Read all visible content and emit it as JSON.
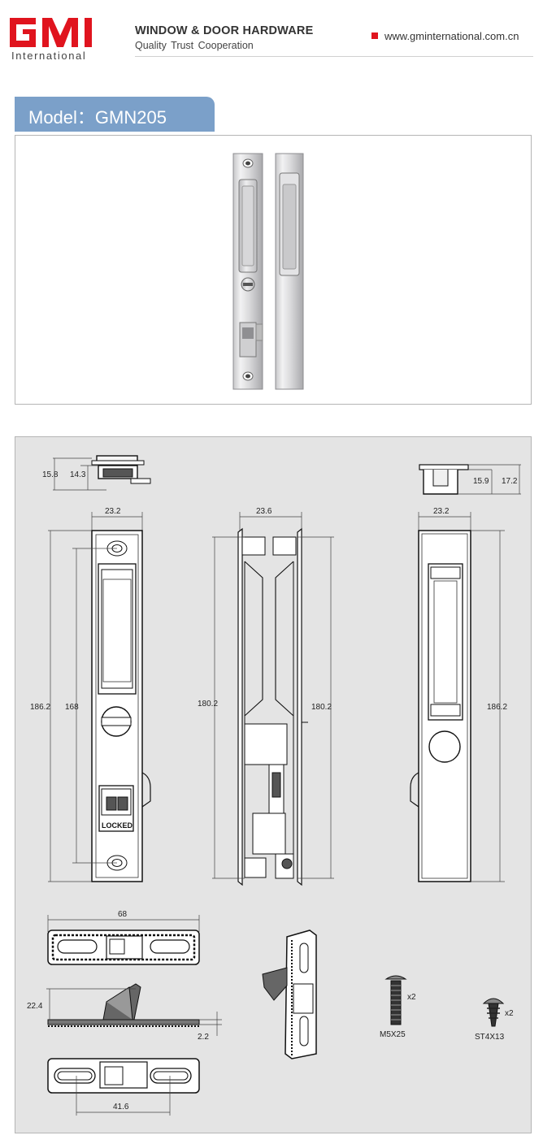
{
  "header": {
    "logo_sub": "International",
    "title": "WINDOW & DOOR HARDWARE",
    "tagline": "Quality  Trust  Cooperation",
    "website": "www.gminternational.com.cn",
    "accent": "#e0141e"
  },
  "model": {
    "label": "Model：GMN205",
    "tab_color": "#7ba0c9"
  },
  "dimensions": {
    "top_height_outer": "15.8",
    "top_height_inner": "14.3",
    "top_right_inner": "15.9",
    "top_right_outer": "17.2",
    "front_width": "23.2",
    "side_width": "23.6",
    "back_width": "23.2",
    "front_height": "186.2",
    "front_hole_spacing": "168",
    "side_height_left": "180.2",
    "side_height_right": "180.2",
    "back_height": "186.2",
    "keeper_width": "68",
    "keeper_height": "22.4",
    "keeper_thickness": "2.2",
    "keeper_hole_spacing": "41.6"
  },
  "lock_text": "LOCKED",
  "screws": [
    {
      "name": "M5X25",
      "qty": "x2"
    },
    {
      "name": "ST4X13",
      "qty": "x2"
    }
  ]
}
